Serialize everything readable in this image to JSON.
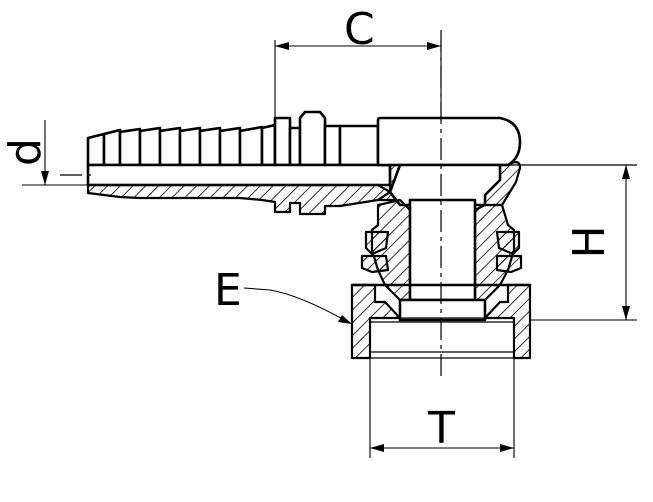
{
  "labels": {
    "c": "C",
    "d": "d",
    "h": "H",
    "e": "E",
    "t": "T"
  },
  "colors": {
    "line": "#000000",
    "background": "#ffffff"
  }
}
